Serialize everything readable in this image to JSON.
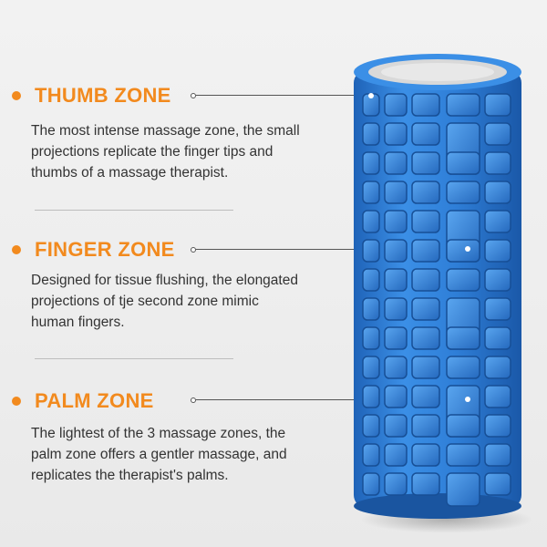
{
  "zones": [
    {
      "title": "THUMB ZONE",
      "description_lines": [
        "The most intense massage zone, the small",
        "projections replicate the finger tips and",
        "thumbs of a massage therapist."
      ]
    },
    {
      "title": "FINGER ZONE",
      "description_lines": [
        "Designed for tissue flushing, the elongated",
        "projections of tje second zone mimic",
        "human fingers."
      ]
    },
    {
      "title": "PALM ZONE",
      "description_lines": [
        "The lightest of the 3 massage zones, the",
        "palm zone offers a gentler massage, and",
        "replicates the therapist's palms."
      ]
    }
  ],
  "colors": {
    "accent": "#f28a1e",
    "roller_blue": "#2f7fd8",
    "text": "#333333"
  }
}
